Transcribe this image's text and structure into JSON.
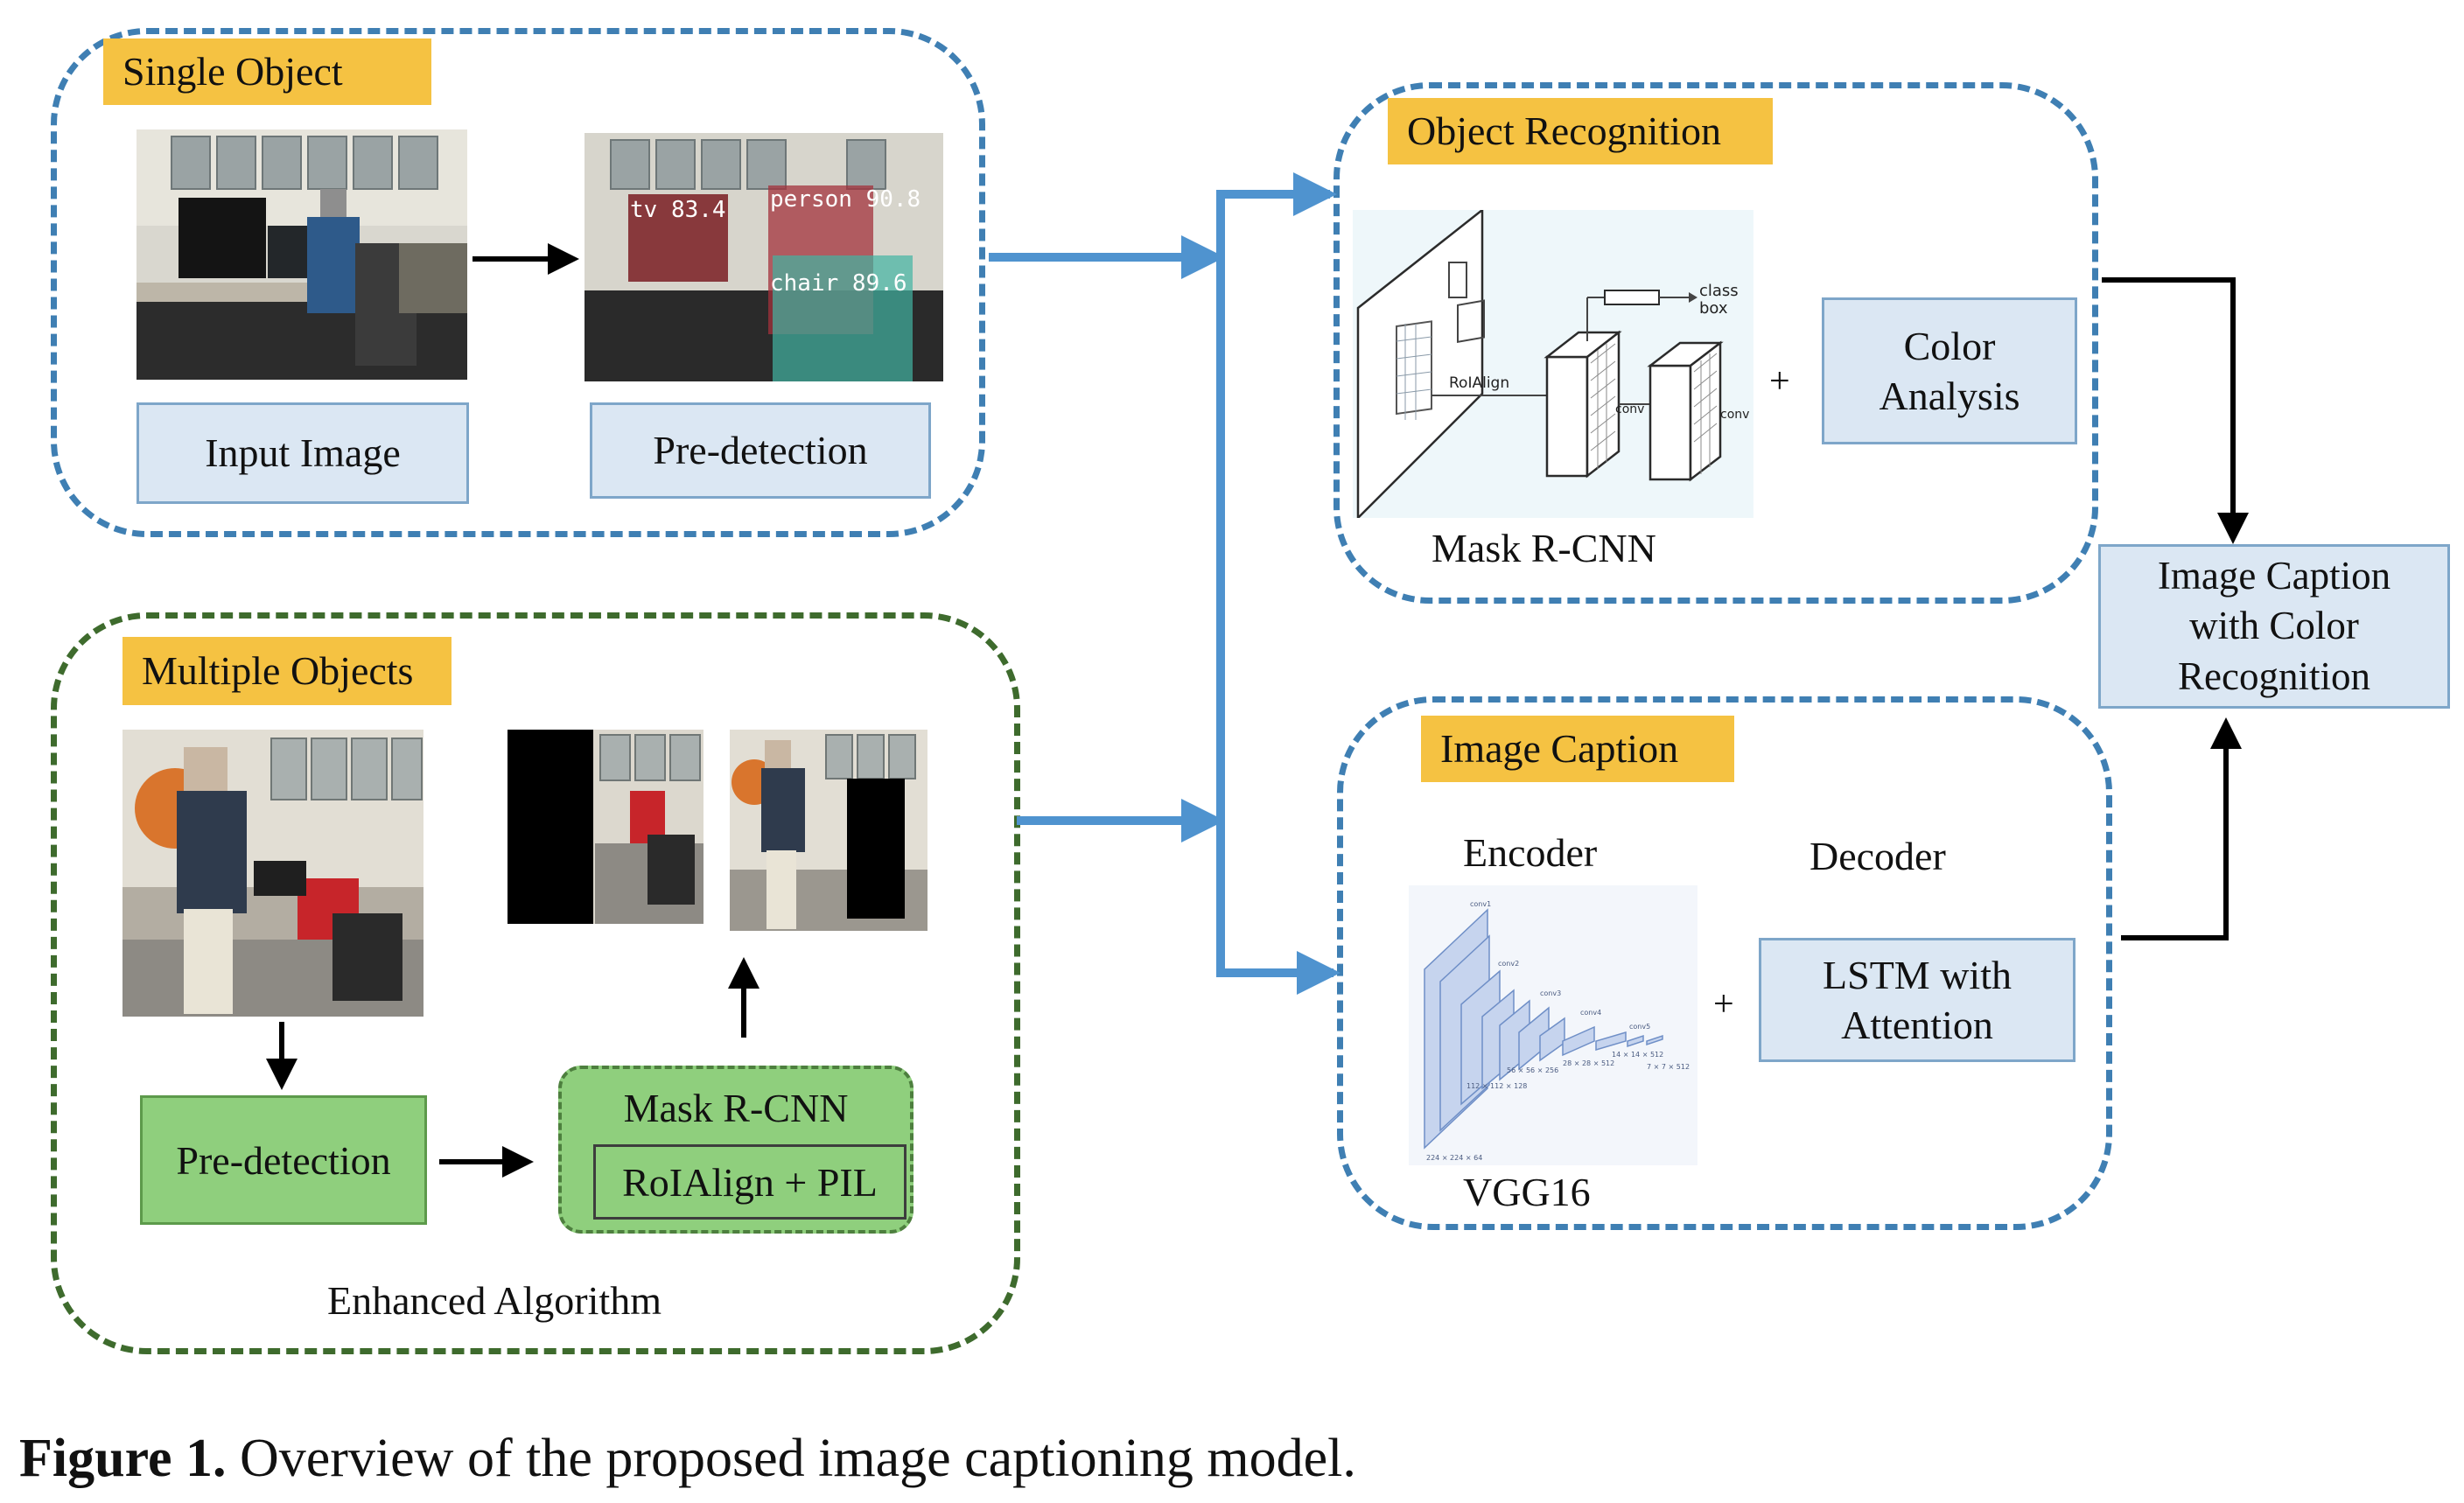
{
  "single_object": {
    "tag": "Single Object",
    "input_label": "Input Image",
    "predetect_label": "Pre-detection",
    "detections": [
      "tv 83.4",
      "person 90.8",
      "chair 89.6"
    ]
  },
  "multiple_objects": {
    "tag": "Multiple Objects",
    "predetect_label": "Pre-detection",
    "mask_rcnn_label": "Mask R-CNN",
    "roialign_label": "RoIAlign + PIL",
    "enhanced_label": "Enhanced Algorithm"
  },
  "object_recognition": {
    "tag": "Object Recognition",
    "model_label": "Mask R-CNN",
    "plus": "+",
    "color_analysis_line1": "Color",
    "color_analysis_line2": "Analysis",
    "diagram_text": {
      "roialign": "RoIAlign",
      "class": "class",
      "box": "box",
      "conv1": "conv",
      "conv2": "conv"
    }
  },
  "image_caption": {
    "tag": "Image Caption",
    "encoder_label": "Encoder",
    "decoder_label": "Decoder",
    "vgg_label": "VGG16",
    "plus": "+",
    "lstm_line1": "LSTM with",
    "lstm_line2": "Attention"
  },
  "output": {
    "line1": "Image Caption",
    "line2": "with Color",
    "line3": "Recognition"
  },
  "figure_caption": {
    "prefix": "Figure 1.",
    "text": " Overview of the proposed image captioning model."
  },
  "colors": {
    "blue_dash": "#3f7fb3",
    "green_dash": "#3e6b2d",
    "tag_fill": "#f5c242",
    "box_fill": "#dbe7f3",
    "green_box": "#8fcf7d",
    "connector_blue": "#4f93cf"
  }
}
